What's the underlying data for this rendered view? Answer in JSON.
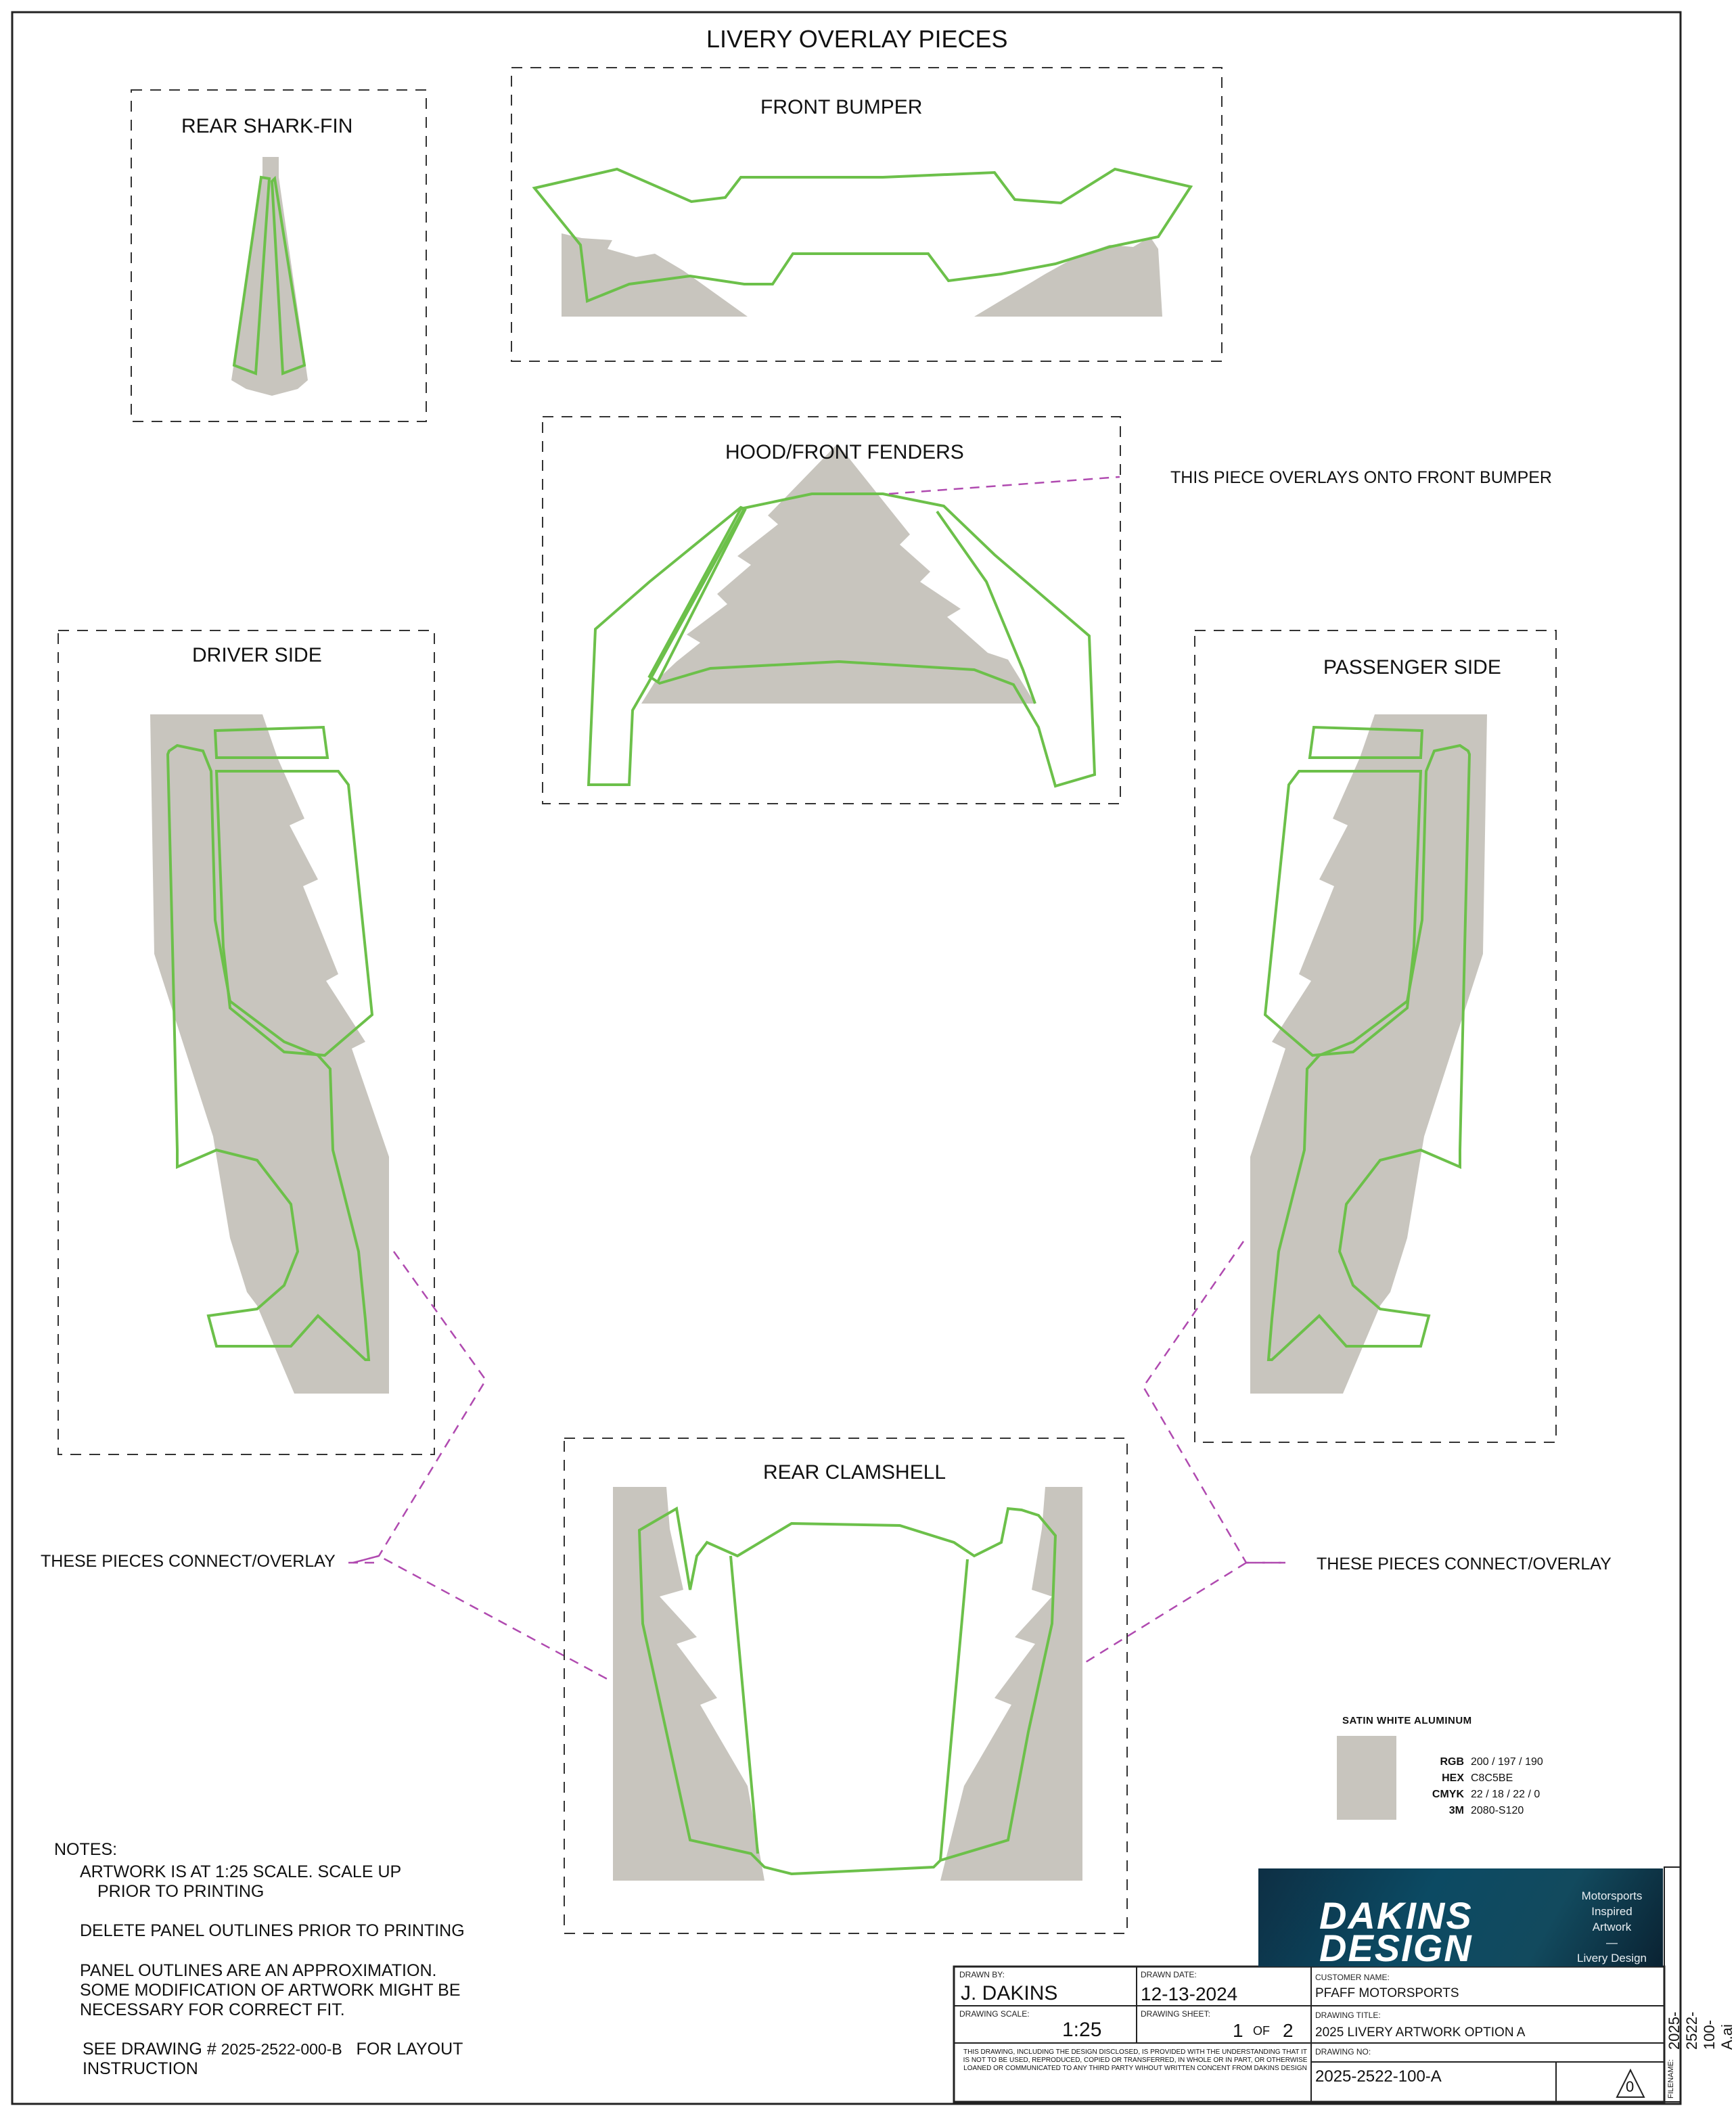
{
  "sheet": {
    "title": "LIVERY OVERLAY PIECES"
  },
  "sections": {
    "rear_shark_fin": "REAR SHARK-FIN",
    "front_bumper": "FRONT BUMPER",
    "hood_front_fenders": "HOOD/FRONT FENDERS",
    "driver_side": "DRIVER SIDE",
    "passenger_side": "PASSENGER SIDE",
    "rear_clamshell": "REAR CLAMSHELL"
  },
  "callouts": {
    "hood_overlay": "THIS PIECE OVERLAYS ONTO FRONT BUMPER",
    "left_connect": "THESE PIECES CONNECT/OVERLAY",
    "right_connect": "THESE PIECES CONNECT/OVERLAY"
  },
  "colors": {
    "panel_fill": "#C8C5BE",
    "outline_green": "#6CC04A",
    "callout_magenta": "#B04AB0"
  },
  "swatch": {
    "title": "SATIN WHITE ALUMINUM",
    "rows": [
      {
        "key": "RGB",
        "value": "200 / 197 / 190"
      },
      {
        "key": "HEX",
        "value": "C8C5BE"
      },
      {
        "key": "CMYK",
        "value": "22 / 18 / 22 / 0"
      },
      {
        "key": "3M",
        "value": "2080-S120"
      }
    ]
  },
  "notes": {
    "heading": "NOTES:",
    "items": [
      [
        "ARTWORK IS AT 1:25 SCALE. SCALE UP",
        "PRIOR TO PRINTING"
      ],
      [
        "DELETE PANEL OUTLINES PRIOR TO PRINTING"
      ],
      [
        "PANEL OUTLINES ARE AN APPROXIMATION.",
        "SOME MODIFICATION OF ARTWORK MIGHT BE",
        "NECESSARY FOR CORRECT FIT."
      ]
    ],
    "see_prefix": "SEE DRAWING #",
    "see_drawing": "2025-2522-000-B",
    "see_suffix": "FOR LAYOUT",
    "see_line2": "INSTRUCTION"
  },
  "logo": {
    "line1": "DAKINS",
    "line2": "DESIGN",
    "tagline": [
      "Motorsports",
      "Inspired",
      "Artwork",
      "—",
      "Livery Design"
    ]
  },
  "title_block": {
    "drawn_by_label": "DRAWN BY:",
    "drawn_by": "J. DAKINS",
    "drawn_date_label": "DRAWN DATE:",
    "drawn_date": "12-13-2024",
    "customer_label": "CUSTOMER NAME:",
    "customer": "PFAFF MOTORSPORTS",
    "scale_label": "DRAWING SCALE:",
    "scale": "1:25",
    "sheet_label": "DRAWING SHEET:",
    "sheet_num": "1",
    "sheet_of": "OF",
    "sheet_total": "2",
    "drawing_title_label": "DRAWING TITLE:",
    "drawing_title": "2025 LIVERY ARTWORK OPTION A",
    "drawing_no_label": "DRAWING NO:",
    "drawing_no": "2025-2522-100-A",
    "revision": "0",
    "disclaimer": "THIS DRAWING, INCLUDING THE DESIGN DISCLOSED, IS PROVIDED WITH THE UNDERSTANDING THAT IT IS NOT TO BE USED, REPRODUCED, COPIED OR TRANSFERRED, IN WHOLE OR IN PART, OR OTHERWISE LOANED OR COMMUNICATED TO ANY THIRD PARTY WIHOUT WRITTEN CONCENT FROM DAKINS DESIGN",
    "filename_label": "FILENAME:",
    "filename": "2025-2522-100-A.ai"
  }
}
